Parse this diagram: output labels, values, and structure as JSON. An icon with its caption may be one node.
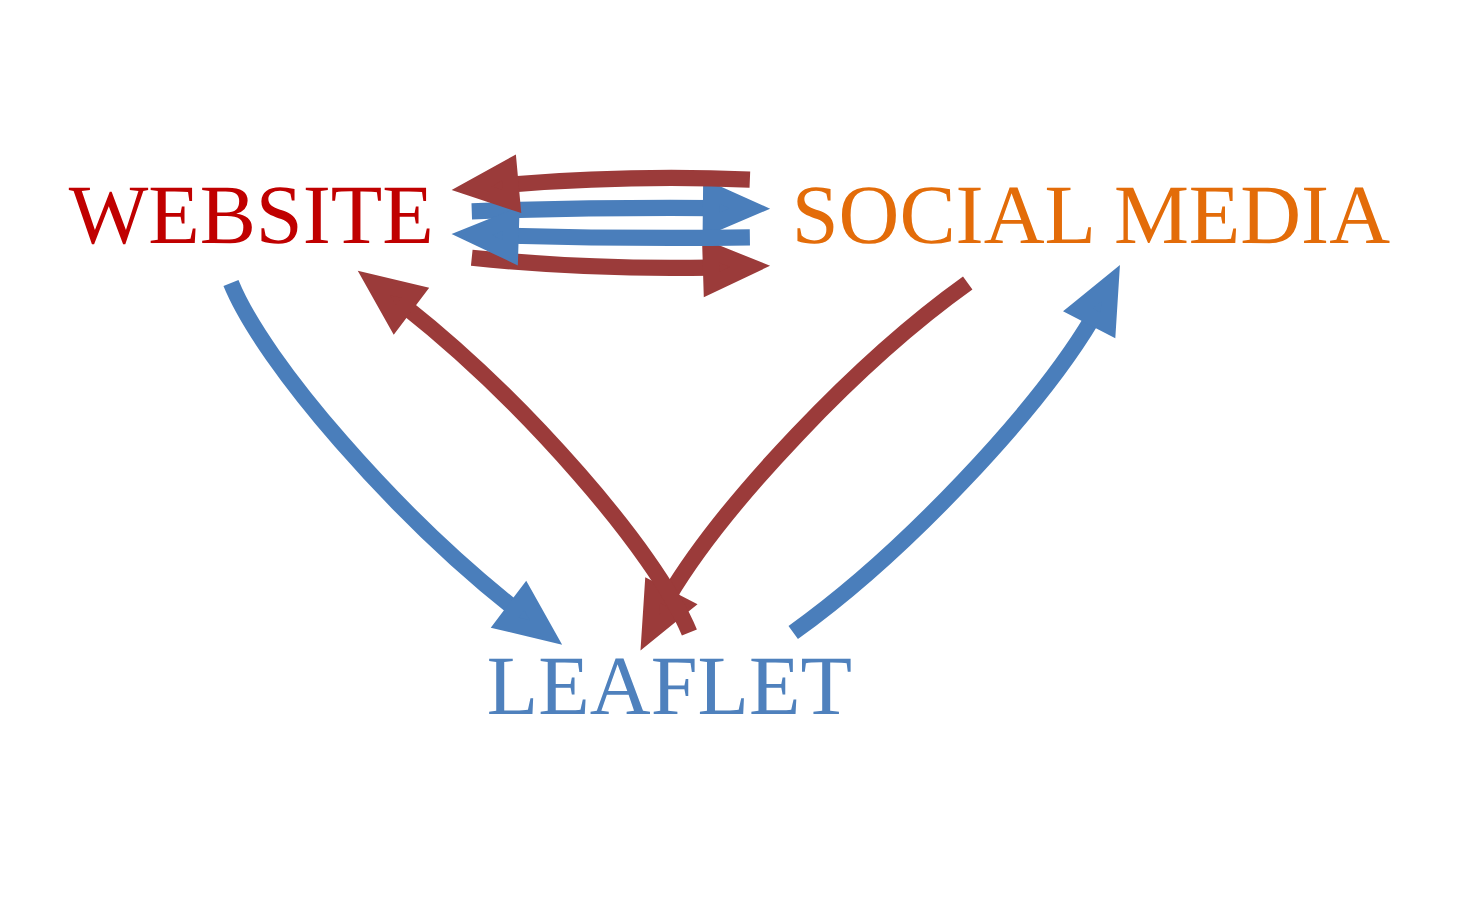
{
  "diagram": {
    "nodes": [
      {
        "text": [
          "WEBSITE"
        ]
      },
      {
        "text": [
          "SOCIAL MEDIA"
        ]
      },
      {
        "text": [
          "LEAFLET"
        ]
      }
    ],
    "edges": [
      {
        "from": 0,
        "to": 1,
        "arrow": "to",
        "color": "#9b3b3a"
      },
      {
        "from": 1,
        "to": 0,
        "arrow": "to",
        "color": "#4a7ebb"
      },
      {
        "from": 0,
        "to": 1,
        "arrow": "to",
        "color": "#4a7ebb"
      },
      {
        "from": 1,
        "to": 0,
        "arrow": "to",
        "color": "#9b3b3a"
      },
      {
        "from": 0,
        "to": 2,
        "arrow": "to",
        "color": "#4a7ebb"
      },
      {
        "from": 2,
        "to": 0,
        "arrow": "to",
        "color": "#9b3b3a"
      },
      {
        "from": 2,
        "to": 1,
        "arrow": "to",
        "color": "#4a7ebb"
      },
      {
        "from": 1,
        "to": 2,
        "arrow": "to",
        "color": "#9b3b3a"
      }
    ]
  }
}
